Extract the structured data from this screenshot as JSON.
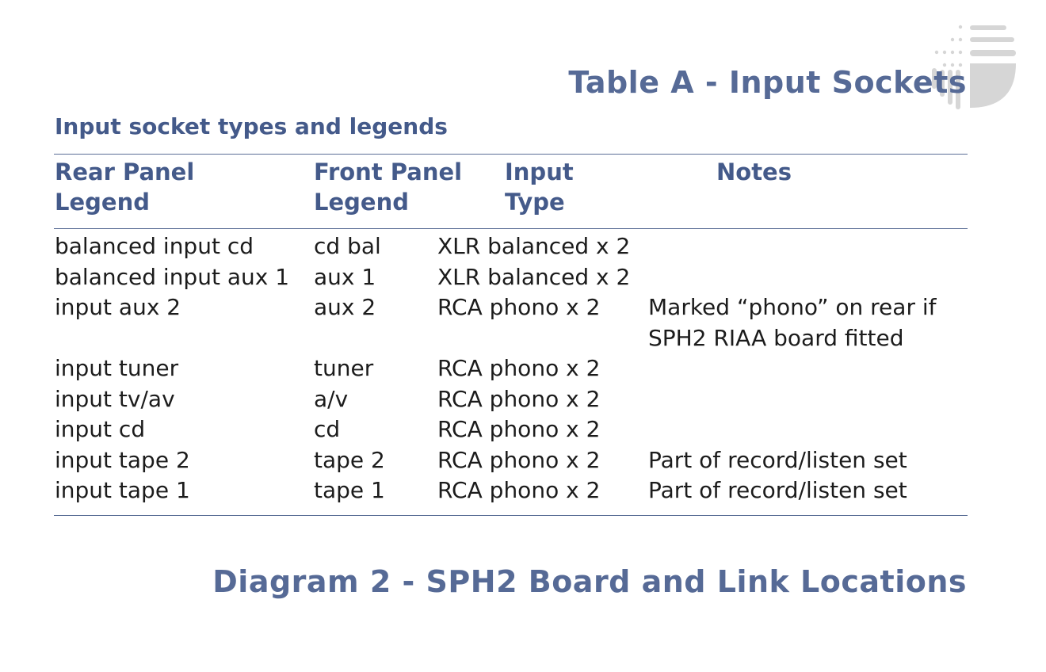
{
  "page": {
    "table_title": "Table A - Input Sockets",
    "section_heading": "Input socket types and legends",
    "diagram_title": "Diagram 2 - SPH2 Board and Link Locations"
  },
  "table": {
    "headers": [
      {
        "line1": "Rear Panel",
        "line2": "Legend"
      },
      {
        "line1": "Front Panel",
        "line2": "Legend"
      },
      {
        "line1": "Input",
        "line2": "Type"
      },
      {
        "line1": "Notes",
        "line2": ""
      }
    ],
    "rows": [
      {
        "rear": "balanced input cd",
        "front": "cd bal",
        "type": "XLR balanced x 2",
        "notes": ""
      },
      {
        "rear": "balanced input aux 1",
        "front": "aux 1",
        "type": "XLR balanced x 2",
        "notes": ""
      },
      {
        "rear": "input aux 2",
        "front": "aux 2",
        "type": "RCA phono x 2",
        "notes": "Marked “phono” on rear if SPH2 RIAA board fitted"
      },
      {
        "rear": "input tuner",
        "front": "tuner",
        "type": "RCA phono x 2",
        "notes": ""
      },
      {
        "rear": "input tv/av",
        "front": "a/v",
        "type": "RCA phono x 2",
        "notes": ""
      },
      {
        "rear": "input cd",
        "front": "cd",
        "type": "RCA phono x 2",
        "notes": ""
      },
      {
        "rear": "input tape 2",
        "front": "tape 2",
        "type": "RCA phono x 2",
        "notes": "Part of record/listen set"
      },
      {
        "rear": "input tape 1",
        "front": "tape 1",
        "type": "RCA phono x 2",
        "notes": "Part of record/listen set"
      }
    ]
  },
  "colors": {
    "heading": "#566a96",
    "header_text": "#445a8a",
    "body_text": "#1c1c1c",
    "rule": "#5a6e96",
    "logo": "#d6d6d6"
  },
  "icons": {
    "brand_logo": "brand-logo-icon"
  }
}
